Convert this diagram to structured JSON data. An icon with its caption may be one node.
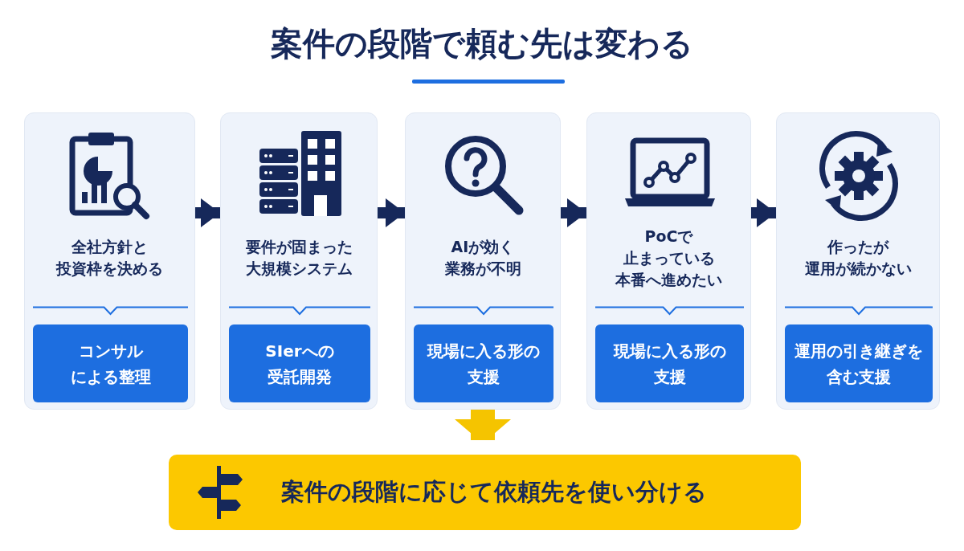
{
  "diagram": {
    "title": "案件の段階で頼む先は変わる",
    "nodes": [
      {
        "text": [
          "全社方針と投資枠を決める"
        ]
      },
      {
        "text": [
          "コンサルによる整理"
        ],
        "in": 0
      },
      {
        "text": [
          "要件が固まった大規模システム"
        ]
      },
      {
        "text": [
          "SIerへの受託開発"
        ],
        "in": 2
      },
      {
        "text": [
          "AIが効く業務が不明"
        ]
      },
      {
        "text": [
          "現場に入る形の支援"
        ],
        "in": 4
      },
      {
        "text": [
          "PoCで止まっている本番へ進めたい"
        ]
      },
      {
        "text": [
          "現場に入る形の支援"
        ],
        "in": 6
      },
      {
        "text": [
          "作ったが運用が続かない"
        ]
      },
      {
        "text": [
          "運用の引き継ぎを含む支援"
        ],
        "in": 8
      },
      {
        "text": [
          "案件の段階に応じて依頼先を使い分ける"
        ]
      }
    ],
    "edges": [
      {
        "from": 0,
        "to": 2,
        "arrow": "to"
      },
      {
        "from": 2,
        "to": 4,
        "arrow": "to"
      },
      {
        "from": 4,
        "to": 6,
        "arrow": "to"
      },
      {
        "from": 6,
        "to": 8,
        "arrow": "to"
      },
      {
        "from": 4,
        "to": 10,
        "arrow": "to",
        "style": "thick",
        "color": "#f5c400"
      }
    ]
  }
}
